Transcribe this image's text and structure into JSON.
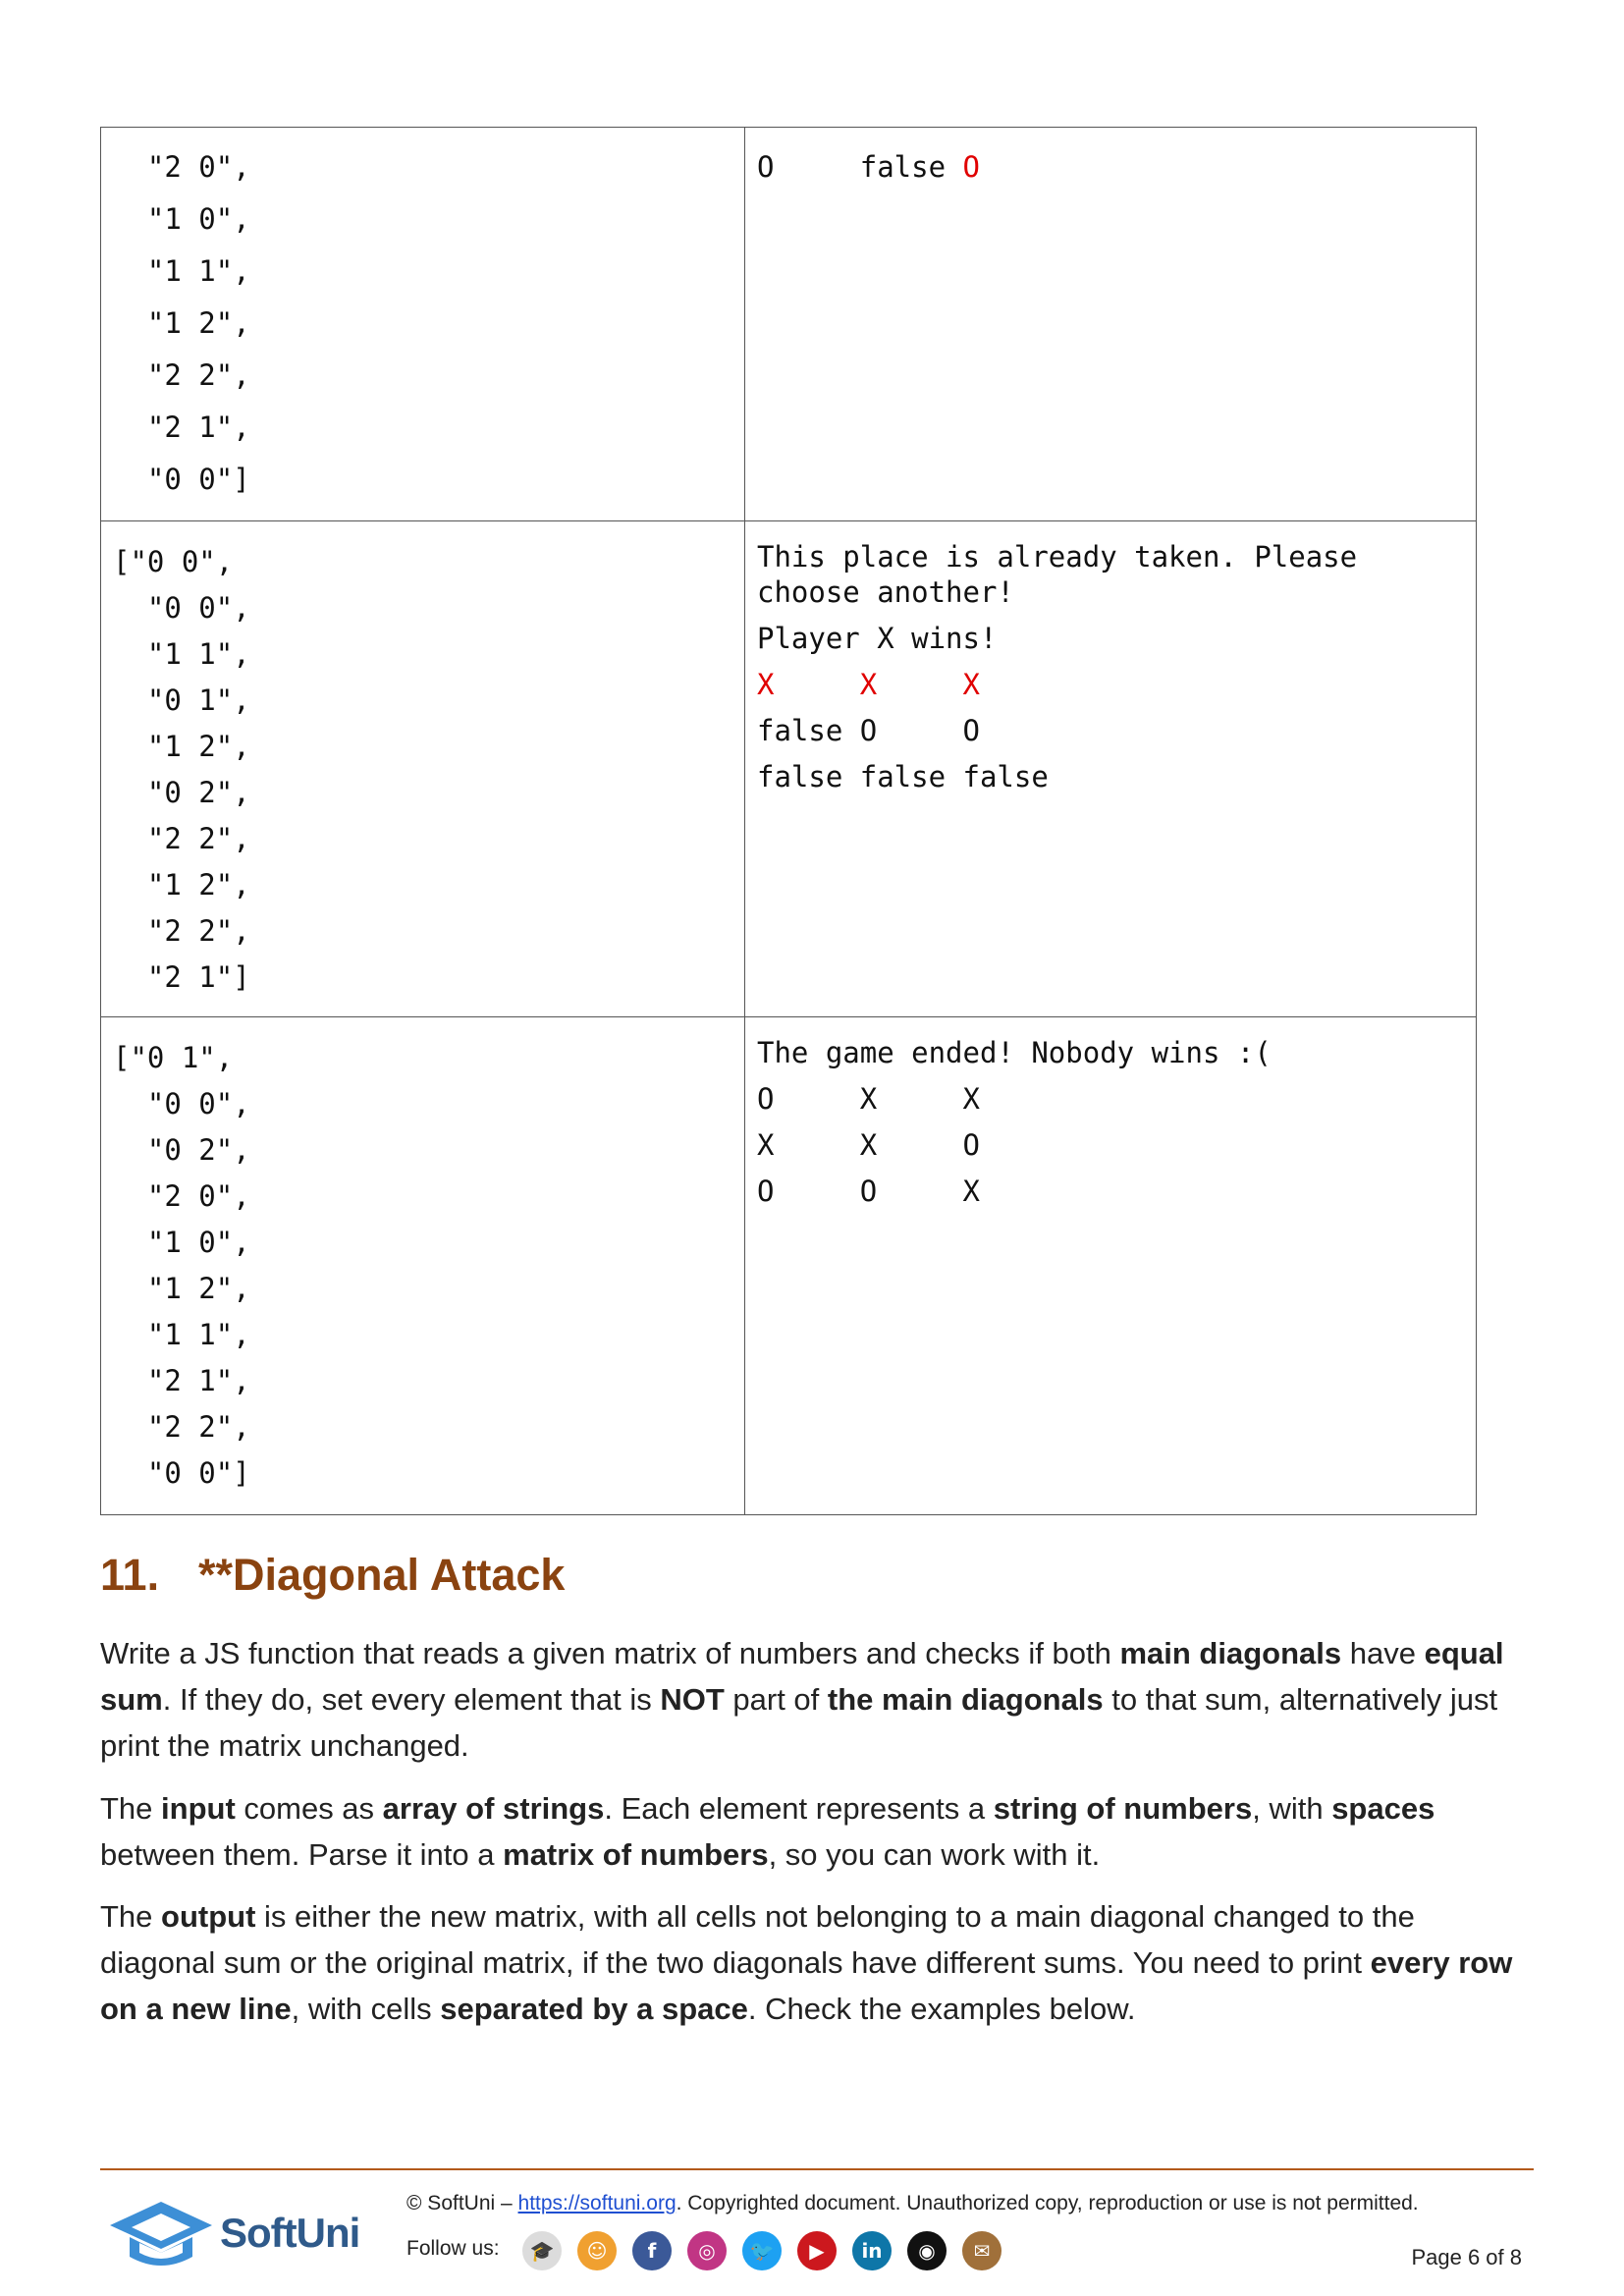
{
  "examples": [
    {
      "input_lines": [
        "  \"2 0\",",
        "  \"1 0\",",
        "  \"1 1\",",
        "  \"1 2\",",
        "  \"2 2\",",
        "  \"2 1\",",
        "  \"0 0\"]"
      ],
      "output": {
        "plain_lines": [],
        "board": [
          [
            {
              "t": "O     false ",
              "red": false
            },
            {
              "t": "O",
              "red": true
            }
          ]
        ]
      }
    },
    {
      "input_lines": [
        "[\"0 0\",",
        "  \"0 0\",",
        "  \"1 1\",",
        "  \"0 1\",",
        "  \"1 2\",",
        "  \"0 2\",",
        "  \"2 2\",",
        "  \"1 2\",",
        "  \"2 2\",",
        "  \"2 1\"]"
      ],
      "output": {
        "plain_lines": [
          "This place is already taken. Please choose another!",
          "Player X wins!"
        ],
        "board": [
          [
            {
              "t": "X     X     X",
              "red": true
            }
          ],
          [
            {
              "t": "false O     O",
              "red": false
            }
          ],
          [
            {
              "t": "false false false",
              "red": false
            }
          ]
        ]
      }
    },
    {
      "input_lines": [
        "[\"0 1\",",
        "  \"0 0\",",
        "  \"0 2\",",
        "  \"2 0\",",
        "  \"1 0\",",
        "  \"1 2\",",
        "  \"1 1\",",
        "  \"2 1\",",
        "  \"2 2\",",
        "  \"0 0\"]"
      ],
      "output": {
        "plain_lines": [
          "The game ended! Nobody wins :("
        ],
        "board": [
          [
            {
              "t": "O     X     X",
              "red": false
            }
          ],
          [
            {
              "t": "X     X     O",
              "red": false
            }
          ],
          [
            {
              "t": "O     O     X",
              "red": false
            }
          ]
        ]
      }
    }
  ],
  "section": {
    "number": "11.",
    "title": "**Diagonal Attack",
    "paragraphs": [
      [
        {
          "t": "Write a JS function that reads a given matrix of numbers and checks if both "
        },
        {
          "t": "main diagonals",
          "b": true
        },
        {
          "t": " have "
        },
        {
          "t": "equal sum",
          "b": true
        },
        {
          "t": ". If they do, set every element that is "
        },
        {
          "t": "NOT",
          "b": true
        },
        {
          "t": " part of "
        },
        {
          "t": "the main diagonals",
          "b": true
        },
        {
          "t": " to that sum, alternatively just print the matrix unchanged."
        }
      ],
      [
        {
          "t": "The "
        },
        {
          "t": "input",
          "b": true
        },
        {
          "t": " comes as "
        },
        {
          "t": "array of strings",
          "b": true
        },
        {
          "t": ". Each element represents a "
        },
        {
          "t": "string of numbers",
          "b": true
        },
        {
          "t": ", with "
        },
        {
          "t": "spaces",
          "b": true
        },
        {
          "t": " between them. Parse it into a "
        },
        {
          "t": "matrix of numbers",
          "b": true
        },
        {
          "t": ", so you can work with it."
        }
      ],
      [
        {
          "t": "The "
        },
        {
          "t": "output",
          "b": true
        },
        {
          "t": " is either the new matrix, with all cells not belonging to a main diagonal changed to the diagonal sum or the original matrix, if the two diagonals have different sums. You need to print "
        },
        {
          "t": "every row on a new line",
          "b": true
        },
        {
          "t": ", with cells "
        },
        {
          "t": "separated by a space",
          "b": true
        },
        {
          "t": ". Check the examples below."
        }
      ]
    ]
  },
  "footer": {
    "copyright_prefix": "© SoftUni – ",
    "link_text": "https://softuni.org",
    "copyright_suffix": ". Copyrighted document. Unauthorized copy, reproduction or use is not permitted.",
    "follow_label": "Follow us:",
    "logo_text": "SoftUni",
    "page_label": "Page 6 of 8",
    "social_icons": [
      {
        "name": "softuni-icon",
        "glyph": "🎓",
        "color": "#dcdcdc"
      },
      {
        "name": "softuni-creative-icon",
        "glyph": "☺",
        "color": "#f0a030"
      },
      {
        "name": "facebook-icon",
        "glyph": "f",
        "color": "#3b5998"
      },
      {
        "name": "instagram-icon",
        "glyph": "◎",
        "color": "#c13584"
      },
      {
        "name": "twitter-icon",
        "glyph": "🐦",
        "color": "#1da1f2"
      },
      {
        "name": "youtube-icon",
        "glyph": "▶",
        "color": "#cc181e"
      },
      {
        "name": "linkedin-icon",
        "glyph": "in",
        "color": "#0e76a8"
      },
      {
        "name": "github-icon",
        "glyph": "◉",
        "color": "#111111"
      },
      {
        "name": "mail-icon",
        "glyph": "✉",
        "color": "#a0703a"
      }
    ]
  }
}
